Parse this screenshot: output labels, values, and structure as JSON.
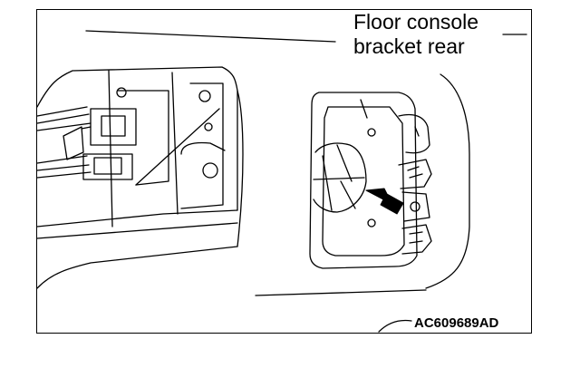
{
  "callout": {
    "line1": "Floor console",
    "line2": "bracket rear"
  },
  "figure_code": "AC609689AD"
}
